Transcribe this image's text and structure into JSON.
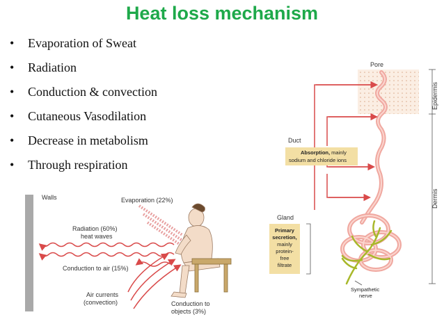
{
  "title": "Heat loss mechanism",
  "colors": {
    "title": "#1ea94a",
    "arrow": "#d94a4a",
    "tan_box": "#f3dfa4",
    "skin": "#f4c2a9",
    "nerve": "#a8b82a"
  },
  "bullets": [
    "Evaporation of Sweat",
    "Radiation",
    "Conduction & convection",
    "Cutaneous Vasodilation",
    "Decrease in metabolism",
    "Through respiration"
  ],
  "left_diagram": {
    "walls": "Walls",
    "evaporation": "Evaporation (22%)",
    "radiation_line1": "Radiation (60%)",
    "radiation_line2": "heat waves",
    "conduction_air": "Conduction to air (15%)",
    "air_currents_line1": "Air currents",
    "air_currents_line2": "(convection)",
    "conduction_objects_line1": "Conduction to",
    "conduction_objects_line2": "objects (3%)"
  },
  "right_diagram": {
    "pore": "Pore",
    "epidermis": "Epidermis",
    "dermis": "Dermis",
    "duct": "Duct",
    "absorption_bold": "Absorption,",
    "absorption_rest": " mainly",
    "absorption_line2": "sodium and chloride ions",
    "gland": "Gland",
    "secretion_line1": "Primary",
    "secretion_line2": "secretion,",
    "secretion_line3": "mainly",
    "secretion_line4": "protein-",
    "secretion_line5": "free",
    "secretion_line6": "filtrate",
    "sympathetic_line1": "Sympathetic",
    "sympathetic_line2": "nerve"
  }
}
